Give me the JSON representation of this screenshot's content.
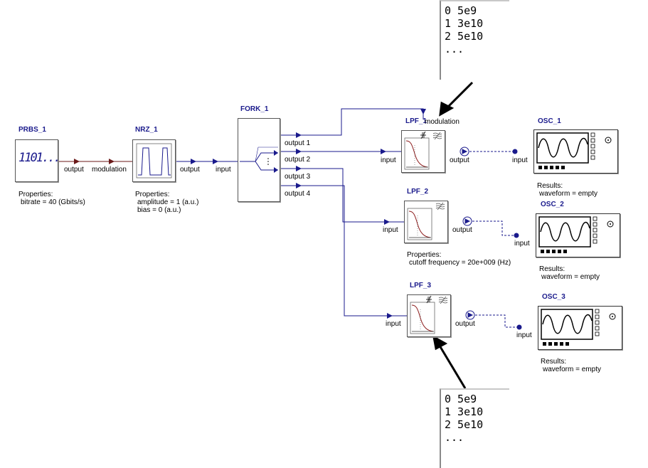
{
  "blocks": {
    "prbs": {
      "title": "PRBS_1",
      "props_heading": "Properties:",
      "props": [
        "bitrate = 40 (Gbits/s)"
      ],
      "port_out": "output",
      "glyph": "1101..."
    },
    "nrz": {
      "title": "NRZ_1",
      "props_heading": "Properties:",
      "props": [
        "amplitude = 1 (a.u.)",
        "bias = 0 (a.u.)"
      ],
      "port_in": "modulation",
      "port_out": "output"
    },
    "fork": {
      "title": "FORK_1",
      "port_in": "input",
      "outputs": [
        "output 1",
        "output 2",
        "output 3",
        "output 4"
      ]
    },
    "lpf1": {
      "title": "LPF_1",
      "port_mod": "modulation",
      "port_in": "input",
      "port_out": "output"
    },
    "lpf2": {
      "title": "LPF_2",
      "props_heading": "Properties:",
      "props": [
        "cutoff frequency = 20e+009 (Hz)"
      ],
      "port_in": "input",
      "port_out": "output"
    },
    "lpf3": {
      "title": "LPF_3",
      "port_in": "input",
      "port_out": "output"
    },
    "osc1": {
      "title": "OSC_1",
      "results_heading": "Results:",
      "results": [
        "waveform = empty"
      ],
      "port_in": "input"
    },
    "osc2": {
      "title": "OSC_2",
      "results_heading": "Results:",
      "results": [
        "waveform = empty"
      ],
      "port_in": "input"
    },
    "osc3": {
      "title": "OSC_3",
      "results_heading": "Results:",
      "results": [
        "waveform = empty"
      ],
      "port_in": "input"
    }
  },
  "tables": {
    "top": [
      "0 5e9",
      "1 3e10",
      "2 5e10",
      "..."
    ],
    "bottom": [
      "0 5e9",
      "1 3e10",
      "2 5e10",
      "..."
    ]
  },
  "colors": {
    "wire": "#1a1a8c",
    "title": "#1a1a8c",
    "curve": "#8b1a1a",
    "dashed": "#1a1a8c"
  }
}
